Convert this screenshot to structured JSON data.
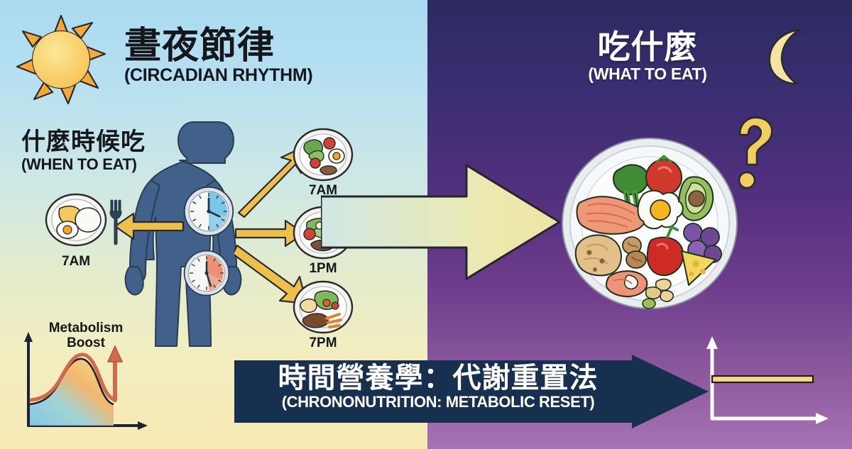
{
  "meta": {
    "left_panel_name": "circadian-daytime-panel",
    "right_panel_name": "what-to-eat-night-panel"
  },
  "colors": {
    "left_bg_top": "#a9daf0",
    "left_bg_bottom": "#f7e9b4",
    "right_bg_top": "#2c2a61",
    "right_bg_bottom": "#a674b3",
    "sun_yellow": "#f8d468",
    "sun_ray_orange": "#f5a93c",
    "moon_yellow": "#f5e3a3",
    "question_yellow": "#f2cd62",
    "body_blue": "#41618a",
    "arrow_gold": "#edc04e",
    "big_arrow_cream": "#ece9b0",
    "banner_navy": "#17304f",
    "outline_dark": "#14171c",
    "metabolism_curve_red": "#d4684f",
    "flat_line_yellow": "#f2d98a"
  },
  "header": {
    "left_title_zh": "晝夜節律",
    "left_title_en": "(CIRCADIAN RHYTHM)",
    "right_title_zh": "吃什麼",
    "right_title_en": "(WHAT TO EAT)"
  },
  "when_to_eat": {
    "zh": "什麼時候吃",
    "en": "(WHEN TO EAT)"
  },
  "meals": {
    "left_side": [
      {
        "time_label": "7AM",
        "description": "rice, fried egg and omelette plate with fork"
      }
    ],
    "right_side": [
      {
        "time_label": "7AM",
        "description": "salad, tomatoes, boiled egg and steak"
      },
      {
        "time_label": "1PM",
        "description": "green salad with tomatoes, mozzarella and meat"
      },
      {
        "time_label": "7PM",
        "description": "steak, carrots, mashed potato and salad"
      }
    ]
  },
  "clocks": [
    {
      "name": "daytime-clock",
      "accent": "#76c2e8",
      "hour": 1,
      "minute": 0
    },
    {
      "name": "nighttime-clock",
      "accent": "#e8866a",
      "hour": 5,
      "minute": 30
    }
  ],
  "big_plate": {
    "label": "balanced-nutrition-plate",
    "foods": [
      "broccoli",
      "tomato",
      "avocado",
      "salmon fillet",
      "fried egg",
      "blueberries",
      "bread roll",
      "walnuts",
      "red bell pepper",
      "cheese wedge",
      "salmon steak",
      "cashew nuts"
    ]
  },
  "charts": {
    "metabolism": {
      "title_line1": "Metabolism",
      "title_line2": "Boost"
    },
    "flat": {
      "title": ""
    }
  },
  "chart_data": [
    {
      "type": "area",
      "name": "metabolism-boost-chart",
      "title": "Metabolism Boost",
      "xlabel": "",
      "ylabel": "",
      "grid": false,
      "legend": "none",
      "xlim": [
        0,
        10
      ],
      "ylim": [
        0,
        10
      ],
      "x": [
        0,
        1,
        2,
        3,
        3.8,
        4.6,
        5.4,
        6.2,
        7,
        7.6,
        8.2
      ],
      "y": [
        1.6,
        1.7,
        1.9,
        2.6,
        4.5,
        6.8,
        7.8,
        7.4,
        5.6,
        3.6,
        2.8
      ],
      "annotation": "upward red arrow at end of curve indicating boost",
      "fill": "gradient blue-to-orange-to-yellow"
    },
    {
      "type": "line",
      "name": "flat-metabolism-chart",
      "title": "",
      "xlabel": "",
      "ylabel": "",
      "grid": false,
      "legend": "none",
      "xlim": [
        0,
        10
      ],
      "ylim": [
        0,
        10
      ],
      "x": [
        0,
        10
      ],
      "y": [
        5.2,
        5.2
      ],
      "annotation": "flat yellow horizontal line (no metabolic change)"
    }
  ],
  "banner": {
    "zh": "時間營養學：代謝重置法",
    "en": "(CHRONONUTRITION: METABOLIC RESET)"
  },
  "icons": {
    "sun": "sun-icon",
    "moon": "moon-icon",
    "question": "question-mark-icon",
    "fork": "fork-icon",
    "big_arrow": "right-arrow-icon",
    "banner_arrow": "banner-arrow-icon"
  }
}
